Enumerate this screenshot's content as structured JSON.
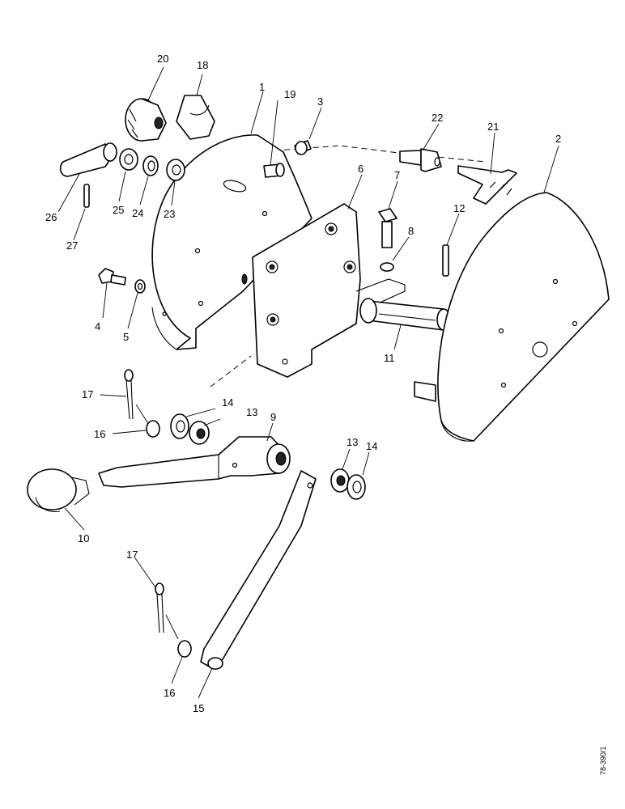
{
  "callouts": {
    "c1": "1",
    "c2": "2",
    "c3": "3",
    "c4": "4",
    "c5": "5",
    "c6": "6",
    "c7": "7",
    "c8": "8",
    "c9": "9",
    "c10": "10",
    "c11": "11",
    "c12": "12",
    "c13a": "13",
    "c13b": "13",
    "c14a": "14",
    "c14b": "14",
    "c15": "15",
    "c16a": "16",
    "c16b": "16",
    "c17a": "17",
    "c17b": "17",
    "c18": "18",
    "c19": "19",
    "c20": "20",
    "c21": "21",
    "c22": "22",
    "c23": "23",
    "c24": "24",
    "c25": "25",
    "c26": "26",
    "c27": "27"
  },
  "drawing_ref": "78-390/1"
}
